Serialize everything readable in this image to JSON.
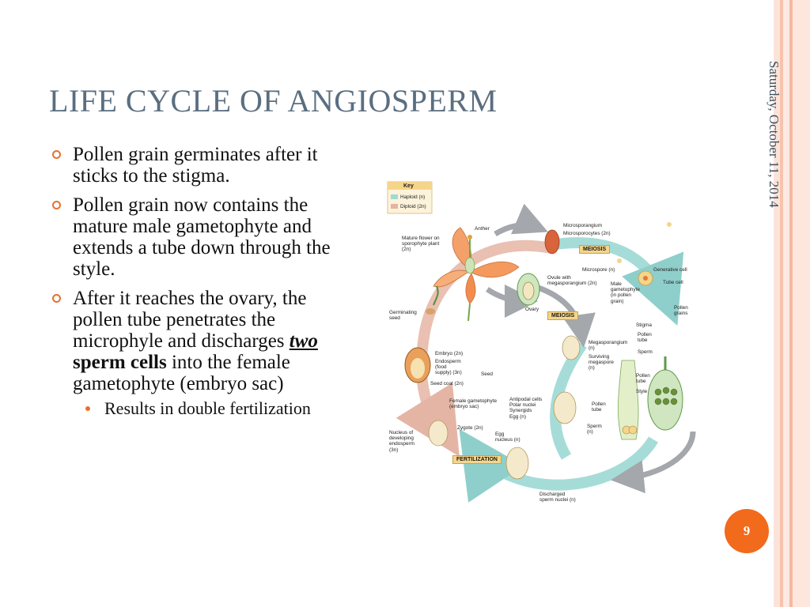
{
  "slide": {
    "title": "LIFE CYCLE OF ANGIOSPERM",
    "date": "Saturday, October 11, 2014",
    "page_number": "9"
  },
  "bullets": [
    {
      "text": "Pollen grain germinates after it sticks to the stigma."
    },
    {
      "text": "Pollen grain now contains the mature male gametophyte and extends a tube down through the style."
    },
    {
      "text_before": "After it reaches the ovary, the pollen tube penetrates the microphyle and discharges ",
      "emphasis_word": "two",
      "bold_phrase": " sperm cells",
      "text_after": " into the female gametophyte (embryo sac)",
      "sub_bullets": [
        "Results in double fertilization"
      ]
    }
  ],
  "diagram": {
    "key": {
      "title": "Key",
      "haploid": "Haploid (n)",
      "diploid": "Diploid (2n)",
      "haploid_color": "#9fd9d6",
      "diploid_color": "#e6b3a2"
    },
    "labels": {
      "mature_flower": "Mature flower on\nsporophyte plant\n(2n)",
      "anther": "Anther",
      "microsporangium": "Microsporangium",
      "microsporocytes": "Microsporocytes (2n)",
      "meiosis_top": "MEIOSIS",
      "generative_cell": "Generative cell",
      "tube_cell": "Tube cell",
      "microspore": "Microspore (n)",
      "male_gametophyte": "Male\ngametophyte\n(in pollen\ngrain)",
      "ovule": "Ovule with\nmegasporangium (2n)",
      "ovary": "Ovary",
      "meiosis_mid": "MEIOSIS",
      "pollen_grains": "Pollen\ngrains",
      "stigma": "Stigma",
      "pollen_tube": "Pollen\ntube",
      "sperm": "Sperm",
      "germinating_seed": "Germinating\nseed",
      "megasporangium": "Megasporangium\n(n)",
      "surviving_megaspore": "Surviving\nmegaspore\n(n)",
      "pollen_tube_2": "Pollen\ntube",
      "style": "Style",
      "embryo": "Embryo (2n)",
      "endosperm": "Endosperm\n(food\nsupply) (3n)",
      "seed_coat": "Seed coat (2n)",
      "seed": "Seed",
      "female_gametophyte": "Female gametophyte\n(embryo sac)",
      "antipodal": "Antipodal cells\nPolar nuclei\nSynergids\nEgg (n)",
      "pollen_tube_3": "Pollen\ntube",
      "sperm_2": "Sperm\n(n)",
      "zygote": "Zygote (2n)",
      "egg_nucleus": "Egg\nnucleus (n)",
      "nucleus_endosperm": "Nucleus of\ndeveloping\nendosperm\n(3n)",
      "fertilization": "FERTILIZATION",
      "discharged_sperm": "Discharged\nsperm nuclei (n)"
    }
  }
}
